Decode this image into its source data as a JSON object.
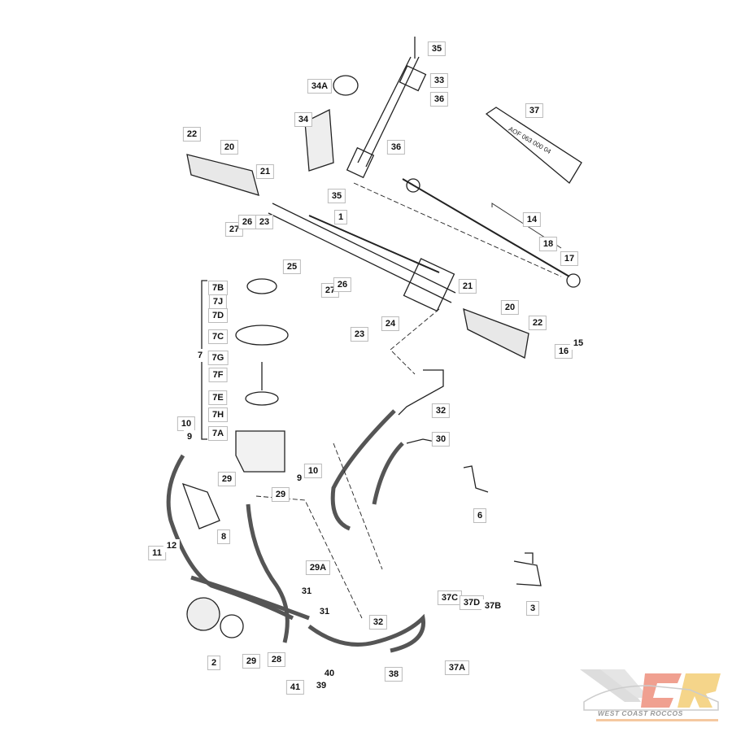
{
  "title": "Power steering rack and pump parts diagram",
  "tube_text": "AOF 063 000 04",
  "logo": {
    "text": "WEST COAST ROCCOS",
    "accent_red": "#f0a090",
    "accent_yellow": "#f5d58a",
    "grey": "#cccccc"
  },
  "callouts": [
    "35",
    "33",
    "34A",
    "36",
    "34",
    "37",
    "22",
    "20",
    "21",
    "36",
    "35",
    "1",
    "14",
    "27",
    "26",
    "23",
    "25",
    "18",
    "17",
    "7B",
    "7J",
    "7D",
    "7C",
    "7G",
    "7F",
    "7E",
    "7H",
    "7A",
    "7",
    "27",
    "26",
    "23",
    "24",
    "21",
    "20",
    "22",
    "16",
    "15",
    "32",
    "30",
    "10",
    "9",
    "29",
    "9",
    "10",
    "29",
    "6",
    "8",
    "11",
    "12",
    "29A",
    "31",
    "31",
    "3",
    "37C",
    "37D",
    "37B",
    "32",
    "37A",
    "2",
    "29",
    "28",
    "41",
    "40",
    "39",
    "38"
  ]
}
